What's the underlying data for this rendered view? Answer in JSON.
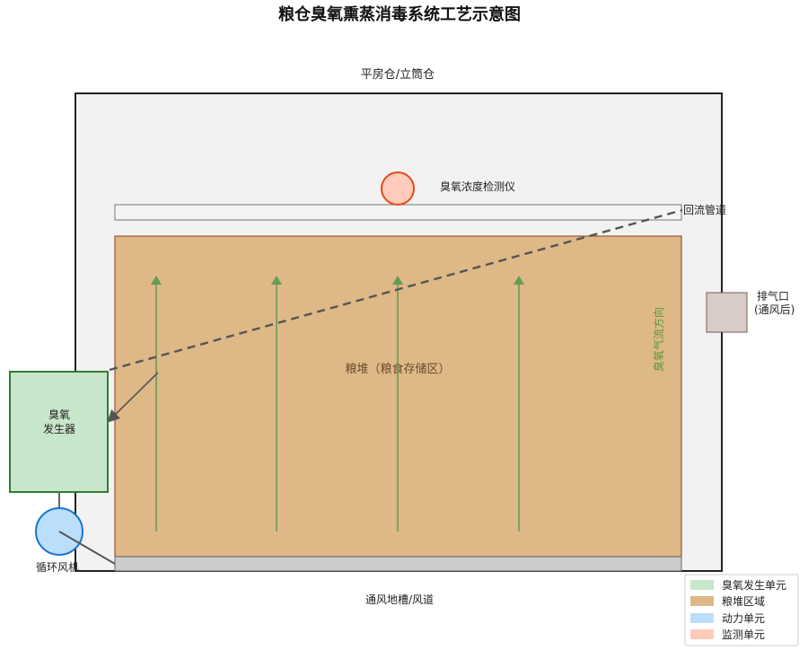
{
  "title": "粮仓臭氧熏蒸消毒系统工艺示意图",
  "warehouse_label": "平房仓/立筒仓",
  "detector_label": "臭氧浓度检测仪",
  "return_pipe_label": "回流管道",
  "exhaust_label": [
    "排气口",
    "(通风后)"
  ],
  "grain_label": "粮堆（粮食存储区）",
  "airflow_label": "臭氧气流方向",
  "generator_label": [
    "臭氧",
    "发生器"
  ],
  "fan_label": "循环风机",
  "duct_label": "通风地槽/风道",
  "legend": [
    {
      "label": "臭氧发生单元",
      "color": "#c8e6c9"
    },
    {
      "label": "粮堆区域",
      "color": "#deb887"
    },
    {
      "label": "动力单元",
      "color": "#bbdefb"
    },
    {
      "label": "监测单元",
      "color": "#ffccbc"
    }
  ],
  "colors": {
    "warehouse_fill": "#f2f2f2",
    "grain_fill": "#deb887",
    "grain_stroke": "#a0522d",
    "generator_fill": "#c8e6c9",
    "generator_stroke": "#2e7d32",
    "fan_fill": "#bbdefb",
    "fan_stroke": "#1976d2",
    "detector_fill": "#ffccbc",
    "detector_stroke": "#e64a19",
    "arrow_green": "#6a9a55",
    "airflow_text": "#5a9a3a",
    "exhaust_fill": "#d7ccc8",
    "pipe_dash": "#555555"
  }
}
